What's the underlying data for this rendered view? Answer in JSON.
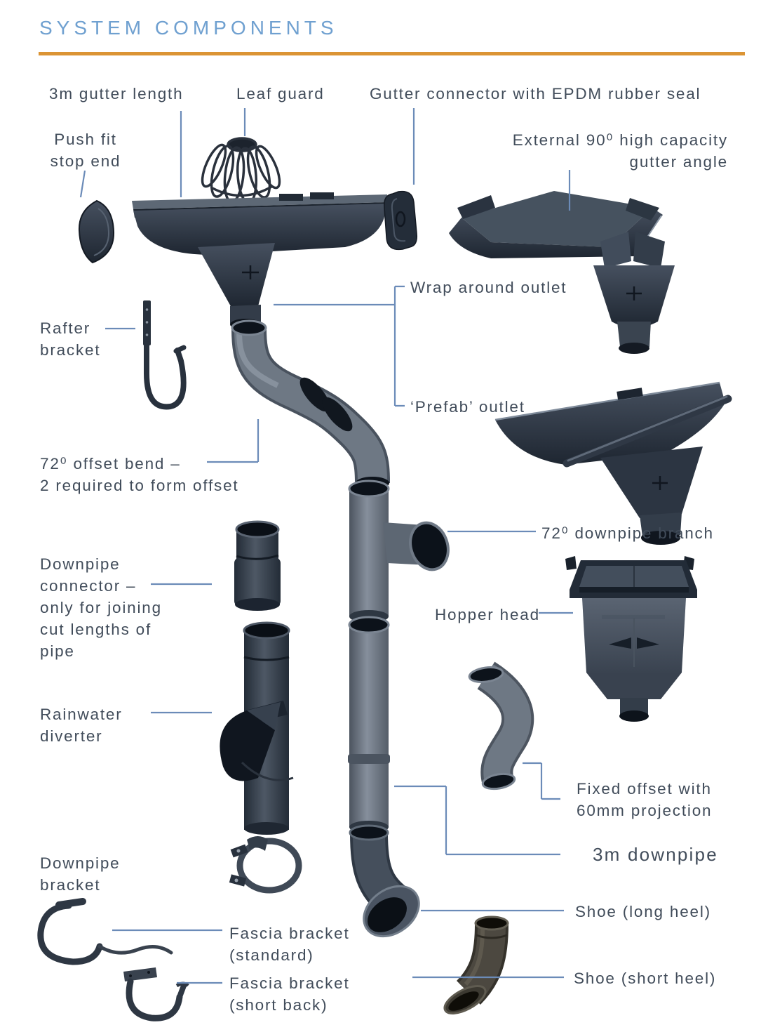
{
  "header": {
    "title": "SYSTEM COMPONENTS"
  },
  "colors": {
    "title_blue": "#6fa0d0",
    "divider_orange": "#db9434",
    "label_text": "#414c5a",
    "leader_line": "#6b8bb8",
    "dark_component": "#242d39",
    "grey_pipe": "#6e7884",
    "shoe_brown": "#4c4840"
  },
  "labels": {
    "gutter_length": "3m gutter length",
    "leaf_guard": "Leaf guard",
    "gutter_connector": "Gutter connector with EPDM rubber seal",
    "push_fit_stop_end": "Push fit\nstop end",
    "external_angle": "External 90⁰ high capacity\ngutter angle",
    "rafter_bracket": "Rafter\nbracket",
    "wrap_around_outlet": "Wrap around outlet",
    "prefab_outlet": "‘Prefab’ outlet",
    "offset_bend": "72⁰ offset bend –\n2 required to form offset",
    "downpipe_connector": "Downpipe\nconnector –\nonly for joining\ncut lengths of\npipe",
    "rainwater_diverter": "Rainwater\ndiverter",
    "downpipe_branch": "72⁰ downpipe branch",
    "hopper_head": "Hopper head",
    "fixed_offset": "Fixed offset with\n60mm projection",
    "downpipe_3m": "3m downpipe",
    "downpipe_bracket": "Downpipe\nbracket",
    "shoe_long_heel": "Shoe (long heel)",
    "fascia_standard": "Fascia bracket\n(standard)",
    "fascia_short_back": "Fascia bracket\n(short back)",
    "shoe_short_heel": "Shoe (short heel)"
  }
}
